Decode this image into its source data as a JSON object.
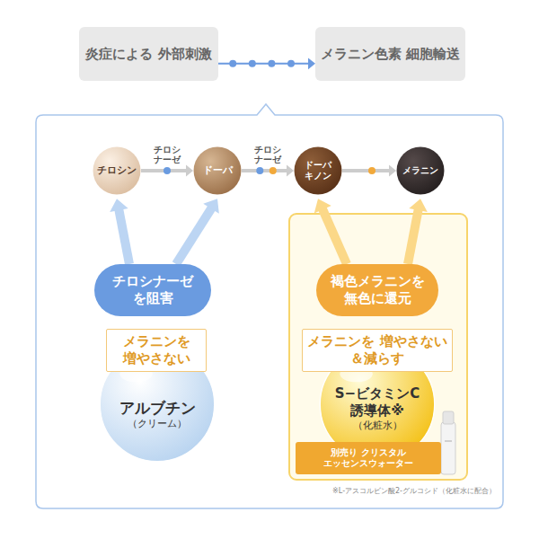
{
  "diagram": {
    "nodes": [
      {
        "text": [
          "炎症による 外部刺激"
        ]
      },
      {
        "text": [
          "メラニン色素 細胞輸送"
        ]
      },
      {
        "text": [
          "チロシン"
        ]
      },
      {
        "text": [
          "ドーパ"
        ]
      },
      {
        "text": [
          "ドーパ キノン"
        ]
      },
      {
        "text": [
          "メラニン"
        ]
      },
      {
        "text": [
          "チロシナーゼ を阻害"
        ]
      },
      {
        "text": [
          "褐色メラニンを 無色に還元"
        ]
      },
      {
        "text": [
          "メラニンを 増やさない"
        ]
      },
      {
        "text": [
          "メラニンを 増やさない＆減らす"
        ]
      },
      {
        "text": [
          "アルブチン",
          "（クリーム）"
        ]
      },
      {
        "text": [
          "S−ビタミンC 誘導体※",
          "（化粧水）"
        ]
      },
      {
        "text": [
          "別売り クリスタル エッセンスウォーター"
        ]
      }
    ],
    "edges": [
      {
        "from": 0,
        "to": 1,
        "arrow": "to"
      },
      {
        "from": 2,
        "to": 3,
        "label": "チロシ ナーゼ",
        "arrow": "to"
      },
      {
        "from": 3,
        "to": 4,
        "label": "チロシ ナーゼ",
        "arrow": "to"
      },
      {
        "from": 4,
        "to": 5,
        "arrow": "to"
      },
      {
        "from": 6,
        "to": 2,
        "arrow": "to"
      },
      {
        "from": 6,
        "to": 3,
        "arrow": "to"
      },
      {
        "from": 7,
        "to": 4,
        "arrow": "to"
      },
      {
        "from": 7,
        "to": 5,
        "arrow": "to"
      }
    ],
    "labels": [
      "※L-アスコルビン酸2-グルコシド（化粧水に配合）"
    ]
  }
}
